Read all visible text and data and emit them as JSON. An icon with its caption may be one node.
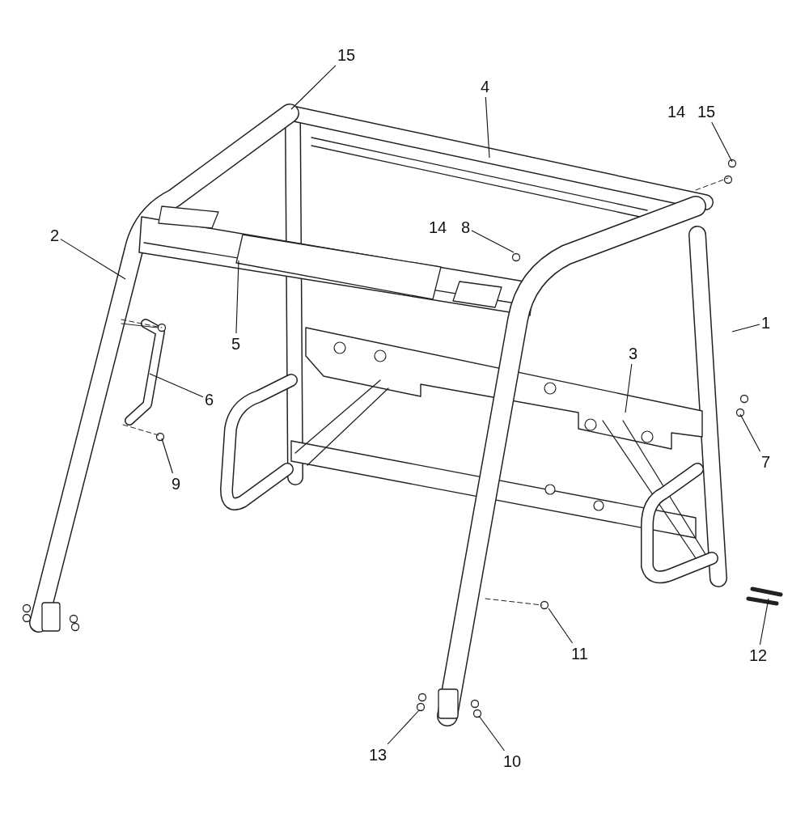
{
  "diagram": {
    "nodes": [
      {
        "text": [
          "15"
        ]
      },
      {
        "text": [
          "4"
        ]
      },
      {
        "text": [
          "15"
        ]
      },
      {
        "text": [
          "8"
        ]
      },
      {
        "text": [
          "2"
        ]
      },
      {
        "text": [
          "5"
        ]
      },
      {
        "text": [
          "1"
        ]
      },
      {
        "text": [
          "3"
        ]
      },
      {
        "text": [
          "6"
        ]
      },
      {
        "text": [
          "7"
        ]
      },
      {
        "text": [
          "9"
        ]
      },
      {
        "text": [
          "11"
        ]
      },
      {
        "text": [
          "12"
        ]
      },
      {
        "text": [
          "13"
        ]
      },
      {
        "text": [
          "10"
        ]
      }
    ],
    "edges": [
      {
        "from": 0,
        "to": null,
        "arrow": "none"
      },
      {
        "from": 1,
        "to": null,
        "arrow": "none"
      },
      {
        "from": 2,
        "to": null,
        "arrow": "none"
      },
      {
        "from": 3,
        "to": null,
        "arrow": "none"
      },
      {
        "from": 4,
        "to": null,
        "arrow": "none"
      },
      {
        "from": 5,
        "to": null,
        "arrow": "none"
      },
      {
        "from": 6,
        "to": null,
        "arrow": "none"
      },
      {
        "from": 7,
        "to": null,
        "arrow": "none"
      },
      {
        "from": 8,
        "to": null,
        "arrow": "none"
      },
      {
        "from": 9,
        "to": null,
        "arrow": "none"
      },
      {
        "from": 10,
        "to": null,
        "arrow": "none"
      },
      {
        "from": 11,
        "to": null,
        "arrow": "none"
      },
      {
        "from": 12,
        "to": null,
        "arrow": "none"
      },
      {
        "from": 13,
        "to": null,
        "arrow": "none"
      },
      {
        "from": 14,
        "to": null,
        "arrow": "none"
      }
    ],
    "labels": [
      "14",
      "14"
    ]
  }
}
